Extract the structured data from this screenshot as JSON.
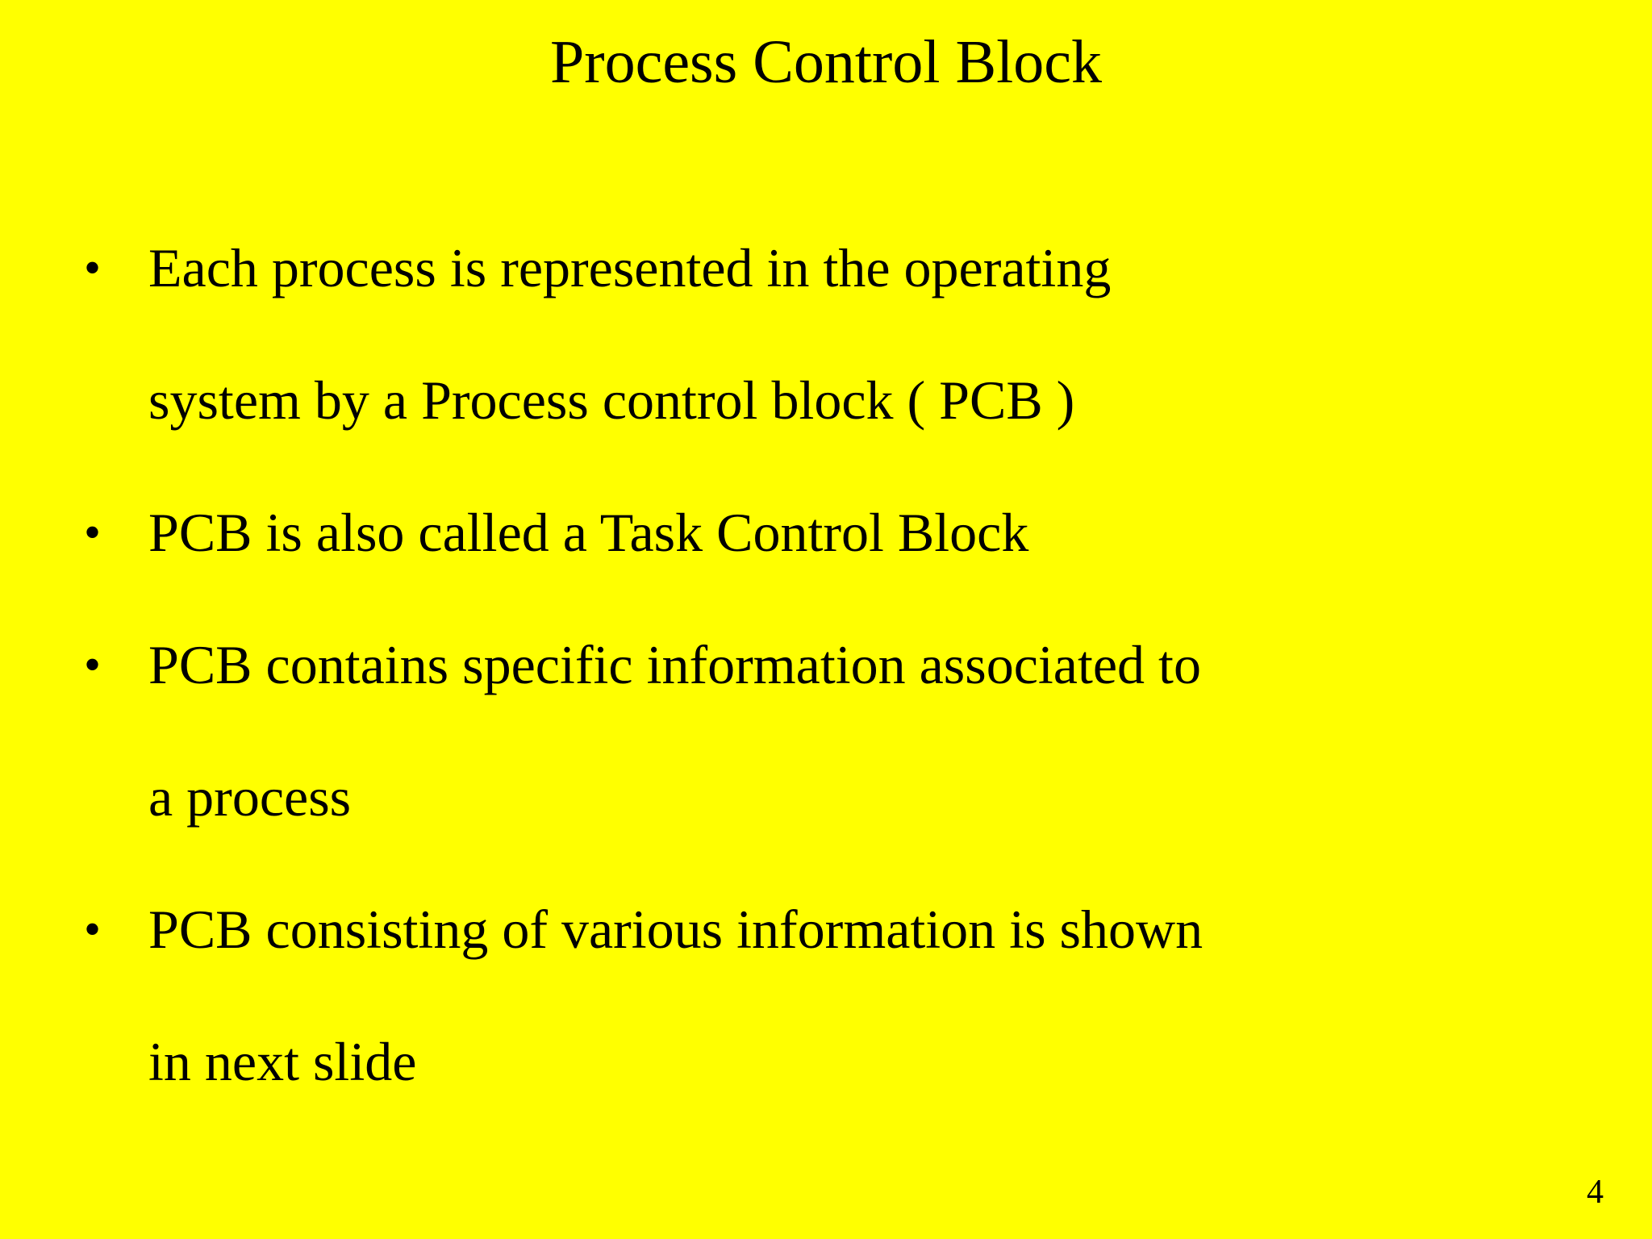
{
  "slide": {
    "background_color": "#FFFF00",
    "text_color": "#000000",
    "title": "Process Control Block",
    "page_number": "4",
    "bullet_marker": "•",
    "bullets": [
      {
        "marker": "•",
        "text": "Each process is represented in the operating system by a Process control block ( PCB )",
        "lines": [
          "Each process is represented in the operating",
          "system by a Process control block ( PCB )"
        ]
      },
      {
        "marker": "•",
        "text": "PCB is also called a Task Control Block",
        "lines": [
          "PCB is also called a Task Control Block"
        ]
      },
      {
        "marker": "•",
        "text": "PCB contains specific information associated to a process",
        "lines": [
          "PCB contains specific information associated to",
          "a process"
        ]
      },
      {
        "marker": "•",
        "text": "PCB consisting of various information is shown in next slide",
        "lines": [
          "PCB consisting of various information is shown",
          "in next slide"
        ]
      }
    ]
  }
}
